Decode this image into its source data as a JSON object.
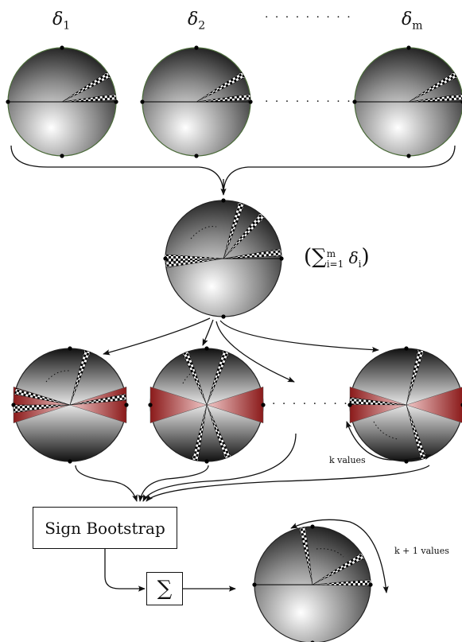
{
  "top_row": {
    "deltas": [
      {
        "symbol": "δ",
        "index": "1"
      },
      {
        "symbol": "δ",
        "index": "2"
      },
      {
        "symbol": "δ",
        "index": "m"
      }
    ],
    "ellipsis": "· · · · · · · · ·"
  },
  "aggregate": {
    "open_paren": "(",
    "sigma": "∑",
    "upper": "m",
    "lower": "i=1",
    "term": "δ",
    "term_index": "i",
    "close_paren": ")"
  },
  "bootstrap_row": {
    "ellipsis": "· · · · · · · · ·",
    "k_values_label": "k values"
  },
  "sign_bootstrap": {
    "label": "Sign Bootstrap"
  },
  "sum_box": {
    "label": "∑"
  },
  "result": {
    "k_plus_one_label": "k + 1 values"
  },
  "colors": {
    "sphere_light": "#ffffff",
    "sphere_dark": "#1a1a1a",
    "cone_red": "#8b1a1a",
    "cone_pink": "#f3d6d6",
    "checker": "#000000",
    "rim_green": "#4b6b3a"
  }
}
